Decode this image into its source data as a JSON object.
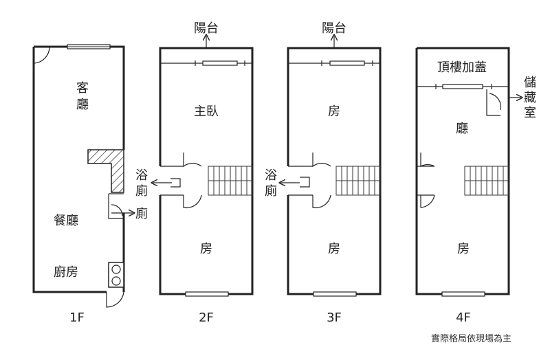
{
  "note": "實際格局依現場為主",
  "floors": [
    {
      "label": "1F",
      "rooms": {
        "living_1": "客",
        "living_2": "廳",
        "dining": "餐廳",
        "kitchen": "廚房"
      },
      "outside": {
        "toilet": "廁"
      }
    },
    {
      "label": "2F",
      "rooms": {
        "master": "主臥",
        "back_room": "房"
      },
      "outside": {
        "balcony": "陽台",
        "bath_1": "浴",
        "bath_2": "廁"
      }
    },
    {
      "label": "3F",
      "rooms": {
        "front_room": "房",
        "back_room": "房"
      },
      "outside": {
        "balcony": "陽台",
        "bath_1": "浴",
        "bath_2": "廁"
      }
    },
    {
      "label": "4F",
      "rooms": {
        "rooftop": "頂樓加蓋",
        "hall": "廳",
        "back_room": "房"
      },
      "outside": {
        "storage_1": "儲",
        "storage_2": "藏",
        "storage_3": "室"
      }
    }
  ]
}
